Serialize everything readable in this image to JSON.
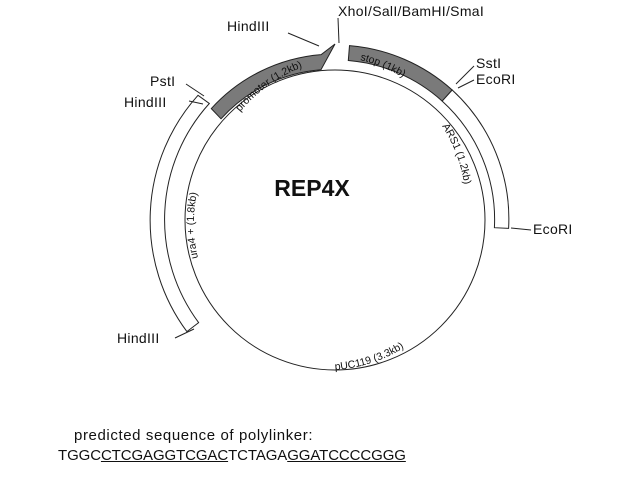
{
  "diagram": {
    "title": "REP4X",
    "colors": {
      "promoter_fill": "#7a7a7a",
      "stop_fill": "#7a7a7a",
      "line": "#222222"
    },
    "sites": {
      "hindiii_top": "HindIII",
      "polylinker": "XhoI/SalI/BamHI/SmaI",
      "psti": "PstI",
      "hindiii_left": "HindIII",
      "ssti": "SstI",
      "ecori_top": "EcoRI",
      "ecori_right": "EcoRI",
      "hindiii_bottom": "HindIII"
    },
    "segments": {
      "promoter": "promoter (1.2kb)",
      "stop": "stop (1kb)",
      "ars1": "ARS1 (1.2kb)",
      "ura4": "ura4 + (1.8kb)",
      "puc119": "pUC119 (3.3kb)"
    }
  },
  "footer": {
    "caption": "predicted sequence of polylinker:",
    "sequence": [
      {
        "text": "TGGC",
        "underline": false
      },
      {
        "text": "CTCGAGGTCGAC",
        "underline": true
      },
      {
        "text": "TCTAGA",
        "underline": false
      },
      {
        "text": "GGATCCCCGGG",
        "underline": true
      }
    ]
  }
}
